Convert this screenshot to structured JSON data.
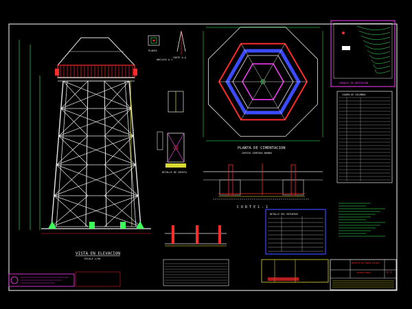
{
  "views": {
    "elevation_title": "VISTA EN ELEVACION",
    "elevation_scale": "ESCALA 1/50",
    "planta_label": "PLANTA",
    "corte_aa": "CORTE A-A",
    "anclaje_label": "ANCLAJE A-1",
    "foundation_title": "PLANTA DE CIMENTACION",
    "foundation_sub": "ZAPATAS CORRIDAS ARMADO",
    "corte_11": "C O R T E   1 - 1",
    "detalle_zapata": "DETALLE DE ZAPATA",
    "location_title": "CROQUIS DE UBICACION"
  },
  "tables": {
    "steel_table_title": "CUADRO DE COLUMNAS",
    "rebar_table_title": "DETALLE DEL REFUERZO"
  },
  "title_block": {
    "project_line1": "PROYECTO DE TANQUE ELEVADO",
    "project_line2": "ESTRUCTURAS",
    "sheet_no": "E-1"
  },
  "colors": {
    "bg": "#000000",
    "frame": "#ffffff",
    "tower": "#e8e8e8",
    "red": "#ff2a2a",
    "blue": "#3b4bff",
    "magenta": "#ff3cff",
    "yellow": "#ffff3c",
    "cyan": "#3cffff",
    "green": "#3cff5a"
  }
}
